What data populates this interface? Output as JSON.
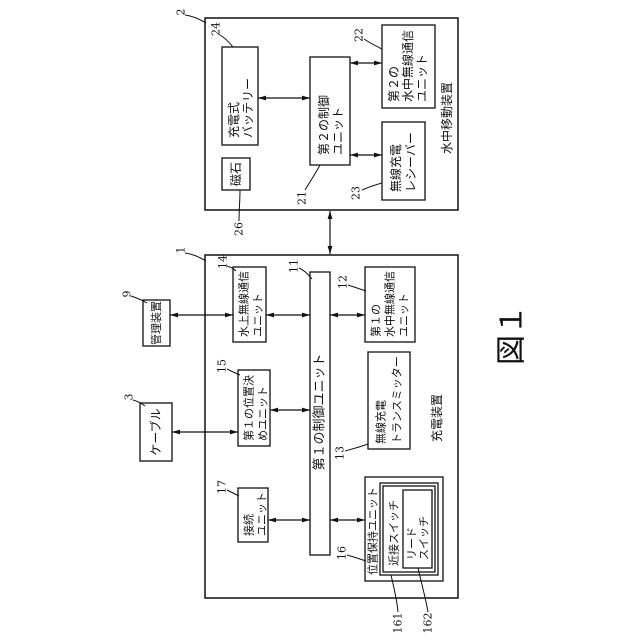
{
  "figure": {
    "label": "図１"
  },
  "underwater_mobile_device": {
    "ref": "2",
    "title": "水中移動装置",
    "rechargeable_battery": {
      "ref": "24",
      "lines": [
        "充電式",
        "バッテリー"
      ]
    },
    "second_control_unit": {
      "ref": "21",
      "lines": [
        "第２の制御",
        "ユニット"
      ]
    },
    "second_underwater_comm_unit": {
      "ref": "22",
      "lines": [
        "第２の",
        "水中無線通信",
        "ユニット"
      ]
    },
    "wireless_charging_receiver": {
      "ref": "23",
      "lines": [
        "無線充電",
        "レシーバー"
      ]
    },
    "magnet": {
      "ref": "26",
      "lines": [
        "磁石"
      ]
    }
  },
  "charging_device": {
    "ref": "1",
    "title": "充電装置",
    "first_control_unit": {
      "ref": "11",
      "lines": [
        "第１の制御ユニット"
      ]
    },
    "first_underwater_comm_unit": {
      "ref": "12",
      "lines": [
        "第１の",
        "水中無線通信",
        "ユニット"
      ]
    },
    "wireless_charging_transmitter": {
      "ref": "13",
      "lines": [
        "無線充電",
        "トランスミッター"
      ]
    },
    "above_water_comm_unit": {
      "ref": "14",
      "lines": [
        "水上無線通信",
        "ユニット"
      ]
    },
    "first_positioning_unit": {
      "ref": "15",
      "lines": [
        "第１の位置決",
        "めユニット"
      ]
    },
    "position_holding_unit": {
      "ref": "16",
      "lines": [
        "位置保持ユニット"
      ],
      "proximity_switch": {
        "ref": "161",
        "lines": [
          "近接スイッチ"
        ]
      },
      "reed_switch": {
        "ref": "162",
        "lines": [
          "リード",
          "スイッチ"
        ]
      }
    },
    "connection_unit": {
      "ref": "17",
      "lines": [
        "接続",
        "ユニット"
      ]
    }
  },
  "external": {
    "management_device": {
      "ref": "9",
      "lines": [
        "管理装置"
      ]
    },
    "cable": {
      "ref": "3",
      "lines": [
        "ケーブル"
      ]
    }
  }
}
